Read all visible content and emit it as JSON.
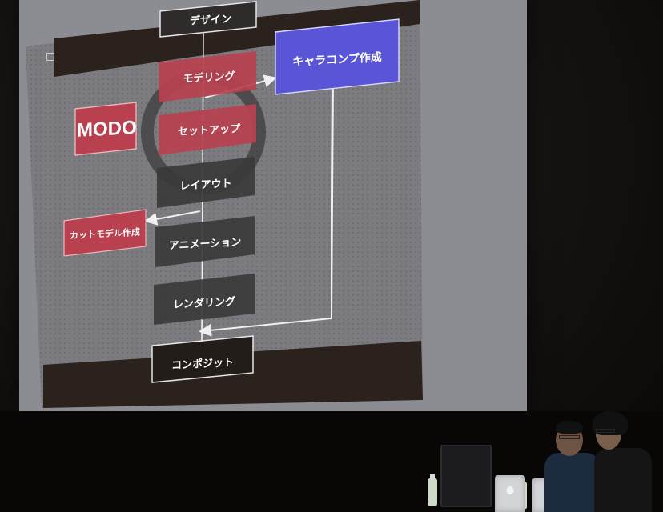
{
  "slide": {
    "nodes": {
      "design": "デザイン",
      "modeling": "モデリング",
      "setup": "セットアップ",
      "layout": "レイアウト",
      "animation": "アニメーション",
      "rendering": "レンダリング",
      "composite": "コンポジット",
      "chara_comp": "キャラコンプ作成",
      "cut_model": "カットモデル作成",
      "modo": "MODO"
    }
  },
  "colors": {
    "node_dark": "#3a3a3a",
    "node_red": "#b8404f",
    "node_blue": "#5a55d6",
    "node_outline": "#e8e8e8",
    "slide_band": "#2b211d",
    "slide_bg": "#7d7d80"
  },
  "icons": {
    "laptop_logo": "apple-logo-icon"
  }
}
